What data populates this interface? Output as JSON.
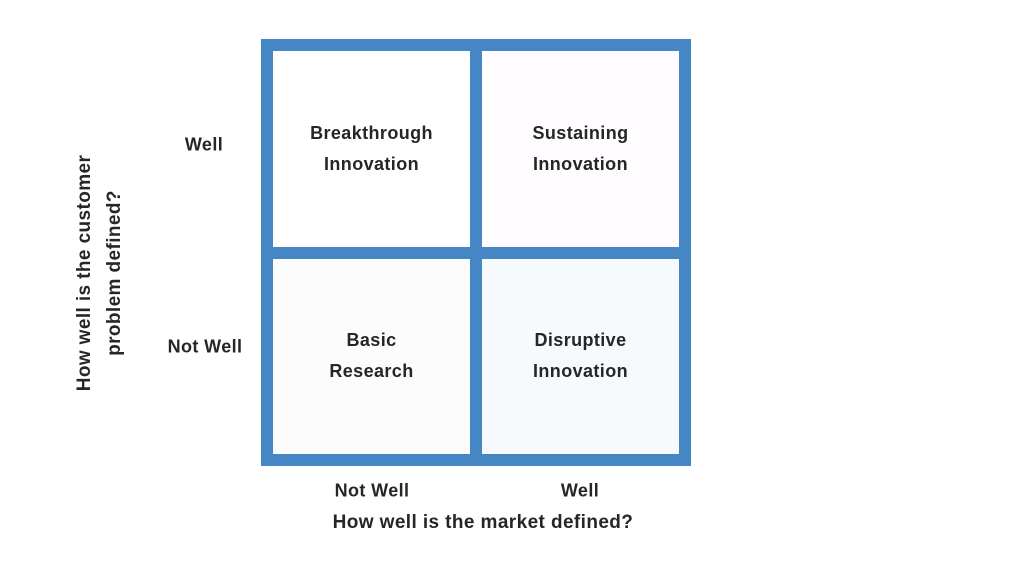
{
  "diagram": {
    "quadrants": [
      {
        "name": "top-left",
        "line1": "Breakthrough",
        "line2": "Innovation"
      },
      {
        "name": "top-right",
        "line1": "Sustaining",
        "line2": "Innovation"
      },
      {
        "name": "bottom-left",
        "line1": "Basic",
        "line2": "Research"
      },
      {
        "name": "bottom-right",
        "line1": "Disruptive",
        "line2": "Innovation"
      }
    ]
  },
  "y_axis": {
    "title_line1": "How well is the customer",
    "title_line2": "problem defined?",
    "tick_top": "Well",
    "tick_bottom": "Not Well"
  },
  "x_axis": {
    "title": "How well is the market defined?",
    "tick_left": "Not Well",
    "tick_right": "Well"
  },
  "colors": {
    "grid_blue": "#4587C4",
    "text": "#262626",
    "background": "#FFFFFF",
    "cell_top_left": "#FFFFFF",
    "cell_top_right": "#FEFCFE",
    "cell_bottom_left": "#FDFCFD",
    "cell_bottom_right": "#F6FAFC"
  }
}
